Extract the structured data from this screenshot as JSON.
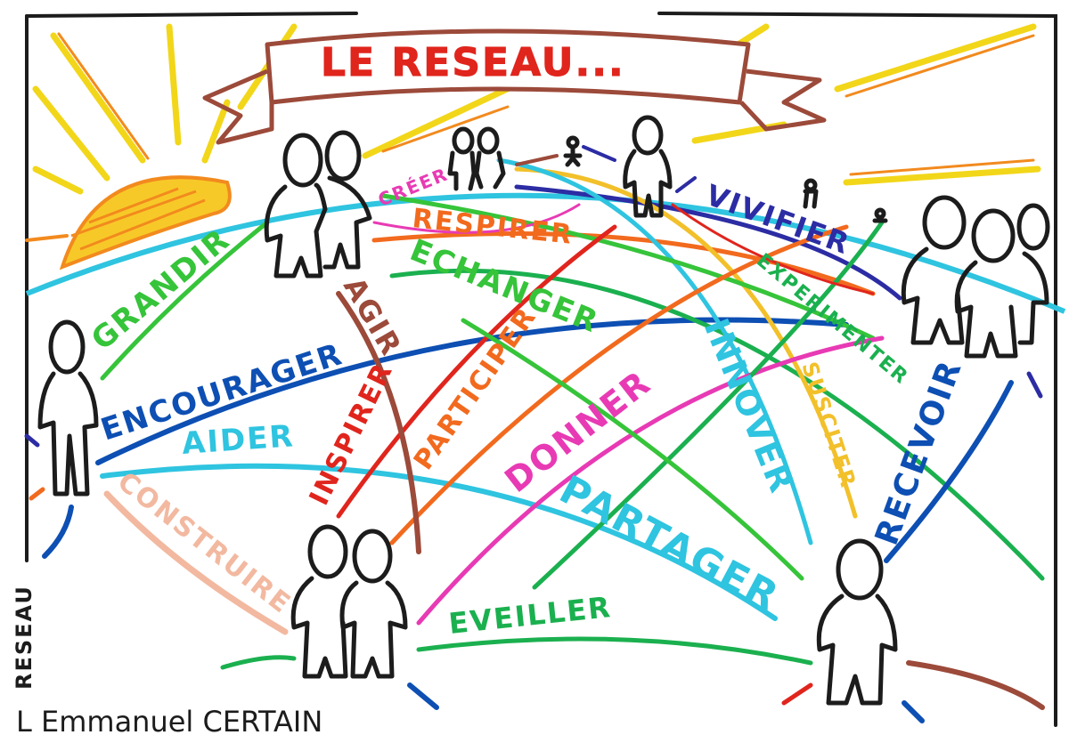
{
  "title": "LE RESEAU...",
  "signature": "L Emmanuel CERTAIN",
  "side_label": "RESEAU",
  "words": {
    "grandir": "GRANDIR",
    "encourager": "ENCOURAGER",
    "aider": "AIDER",
    "construire": "CONSTRUIRE",
    "creer": "CRÉER",
    "respirer": "RESPIRER",
    "echanger": "ECHANGER",
    "agir": "AGIR",
    "inspirer": "INSPIRER",
    "participer": "PARTICIPER",
    "donner": "DONNER",
    "partager": "PARTAGER",
    "innover": "INNOVER",
    "vivifier": "VIVIFIER",
    "experimenter": "EXPERIMENTER",
    "susciter": "SUSCITER",
    "recevoir": "RECEVOIR",
    "eveiller": "EVEILLER"
  },
  "colors": {
    "sun_fill": "#f7c928",
    "sun_ray": "#f2d619",
    "banner": "#9c4a3a",
    "title_red": "#e0251d",
    "horizon": "#2fc4e0",
    "ink": "#1c1c1c"
  }
}
